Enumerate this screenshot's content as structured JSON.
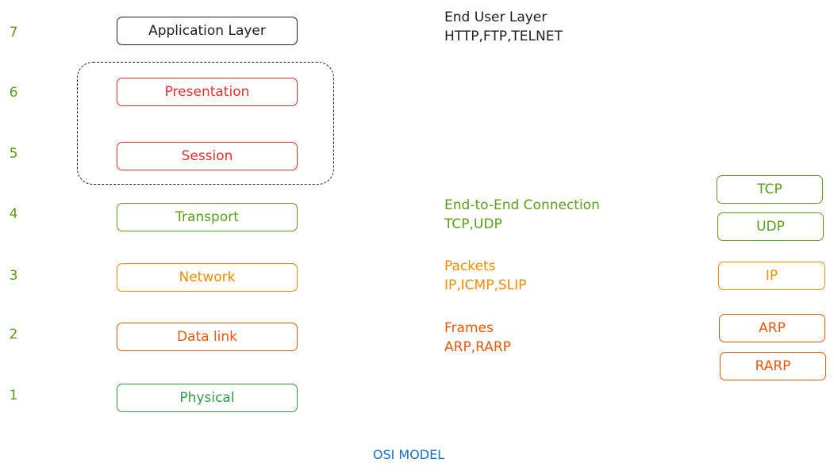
{
  "colors": {
    "black": "#1e1e1e",
    "red": "#e03131",
    "green": "#5a9e1b",
    "orange": "#f08c00",
    "darkorange": "#e8590c",
    "darkgreen": "#2f9e44",
    "blue": "#1971c2"
  },
  "layer_numbers": [
    "7",
    "6",
    "5",
    "4",
    "3",
    "2",
    "1"
  ],
  "layers": [
    {
      "name": "Application Layer",
      "color": "#1e1e1e"
    },
    {
      "name": "Presentation",
      "color": "#e03131"
    },
    {
      "name": "Session",
      "color": "#e03131"
    },
    {
      "name": "Transport",
      "color": "#5a9e1b"
    },
    {
      "name": "Network",
      "color": "#f08c00"
    },
    {
      "name": "Data link",
      "color": "#e8590c"
    },
    {
      "name": "Physical",
      "color": "#2f9e44"
    }
  ],
  "descriptions": [
    {
      "line1": "End User Layer",
      "line2": "HTTP,FTP,TELNET",
      "color": "#1e1e1e"
    },
    {
      "line1": "End-to-End Connection",
      "line2": "TCP,UDP",
      "color": "#5a9e1b"
    },
    {
      "line1": "Packets",
      "line2": "IP,ICMP,SLIP",
      "color": "#f08c00"
    },
    {
      "line1": "Frames",
      "line2": "ARP,RARP",
      "color": "#e8590c"
    }
  ],
  "protocols": [
    {
      "name": "TCP",
      "color": "#5a9e1b"
    },
    {
      "name": "UDP",
      "color": "#5a9e1b"
    },
    {
      "name": "IP",
      "color": "#f08c00"
    },
    {
      "name": "ARP",
      "color": "#e8590c"
    },
    {
      "name": "RARP",
      "color": "#e8590c"
    }
  ],
  "footer": {
    "title": "OSI MODEL",
    "color": "#1971c2"
  }
}
